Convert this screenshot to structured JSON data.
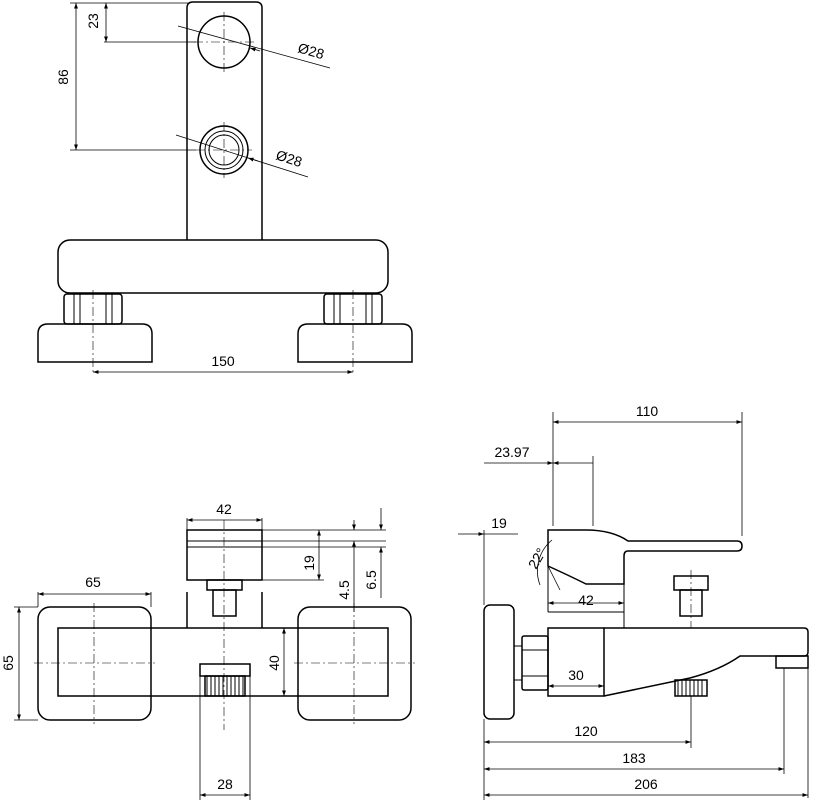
{
  "colors": {
    "line": "#000000",
    "background": "#ffffff"
  },
  "top_view": {
    "dim_height_upper": "23",
    "dim_height_total": "86",
    "dia_upper": "Ø28",
    "dia_lower": "Ø28",
    "dim_spacing": "150"
  },
  "front_view": {
    "dim_width_top": "42",
    "dim_handle": "19",
    "dim_a": "4.5",
    "dim_b": "6.5",
    "dim_flange": "65",
    "dim_flange_h": "65",
    "dim_body_h": "40",
    "dim_thread": "28"
  },
  "side_view": {
    "dim_reach": "110",
    "dim_offset": "23.97",
    "dim_wall": "19",
    "dim_angle": "22°",
    "dim_body_w": "42",
    "dim_nut": "30",
    "dim_120": "120",
    "dim_183": "183",
    "dim_206": "206"
  }
}
